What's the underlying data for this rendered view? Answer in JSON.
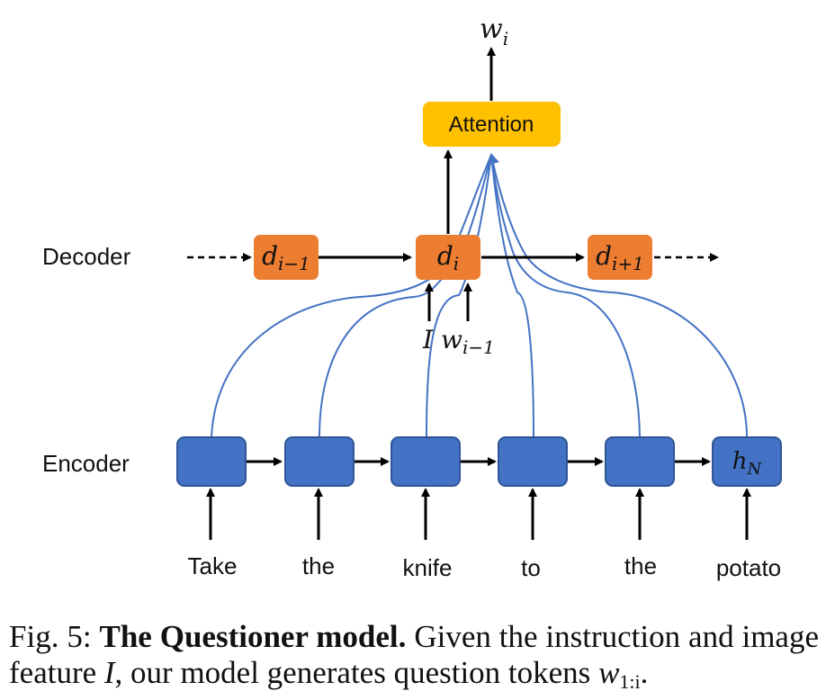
{
  "figure": {
    "output_label": "w",
    "output_subscript": "i",
    "attention_label": "Attention",
    "decoder_row_label": "Decoder",
    "encoder_row_label": "Encoder",
    "decoder_nodes": [
      {
        "base": "d",
        "sub": "i−1"
      },
      {
        "base": "d",
        "sub": "i"
      },
      {
        "base": "d",
        "sub": "i+1"
      }
    ],
    "decoder_inputs": [
      {
        "base": "I",
        "sub": ""
      },
      {
        "base": "w",
        "sub": "i−1"
      }
    ],
    "encoder_last_node": {
      "base": "h",
      "sub": "N"
    },
    "tokens": [
      "Take",
      "the",
      "knife",
      "to",
      "the",
      "potato"
    ],
    "colors": {
      "attention": "#FFC000",
      "decoder": "#ED7D31",
      "encoder": "#4472C4",
      "encoder_border": "#2F5597",
      "attention_lines": "#4472C4",
      "arrows": "#000000"
    }
  },
  "caption": {
    "prefix": "Fig. 5: ",
    "title": "The Questioner model.",
    "text1": " Given the instruction and image feature ",
    "var_I": "I",
    "text2": ", our model generates question tokens ",
    "var_w": "w",
    "var_w_sub": "1:i",
    "end": "."
  }
}
